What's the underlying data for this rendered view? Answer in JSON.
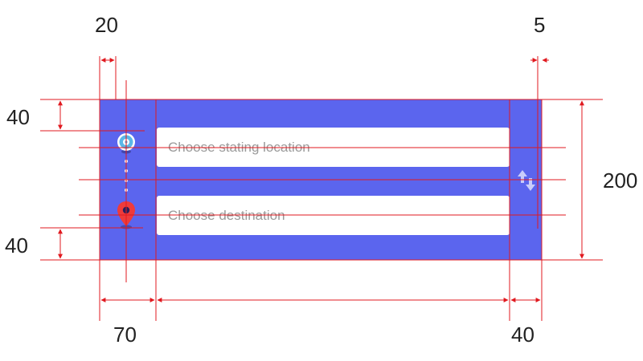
{
  "panel": {
    "background": "#5b65ee",
    "start_placeholder": "Choose stating location",
    "destination_placeholder": "Choose destination"
  },
  "icons": {
    "start": "location-target-icon",
    "destination": "map-pin-icon",
    "swap": "swap-vertical-icon"
  },
  "dimensions": {
    "top_left": "20",
    "top_right": "5",
    "left_upper": "40",
    "left_lower": "40",
    "right": "200",
    "bottom_left": "70",
    "bottom_right": "40"
  },
  "colors": {
    "guide": "#e0191f",
    "pin": "#ee3b3b",
    "target_ring": "#5bb8e8"
  }
}
